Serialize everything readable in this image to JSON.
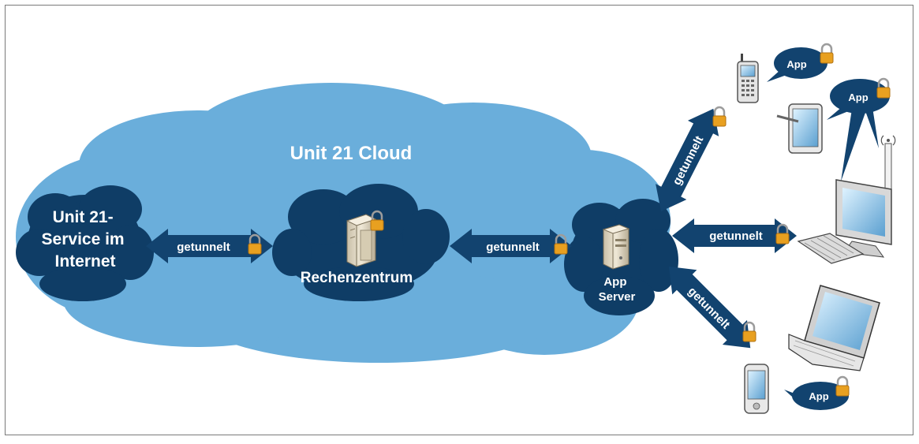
{
  "cloud": {
    "title": "Unit 21 Cloud"
  },
  "nodes": {
    "internet_service": {
      "label_lines": [
        "Unit 21-",
        "Service im",
        "Internet"
      ]
    },
    "datacenter": {
      "label": "Rechenzentrum"
    },
    "app_server": {
      "label_lines": [
        "App",
        "Server"
      ]
    }
  },
  "connections": {
    "internet_to_datacenter": "getunnelt",
    "datacenter_to_appserver": "getunnelt",
    "appserver_to_mobiles": "getunnelt",
    "appserver_to_desktop": "getunnelt",
    "appserver_to_laptop": "getunnelt"
  },
  "app_bubbles": {
    "phone": "App",
    "tablet": "App",
    "smartphone": "App"
  },
  "colors": {
    "cloud_light": "#6aaedb",
    "cloud_dark": "#0f3d66",
    "arrow": "#12436f",
    "lock": "#e8a020"
  }
}
